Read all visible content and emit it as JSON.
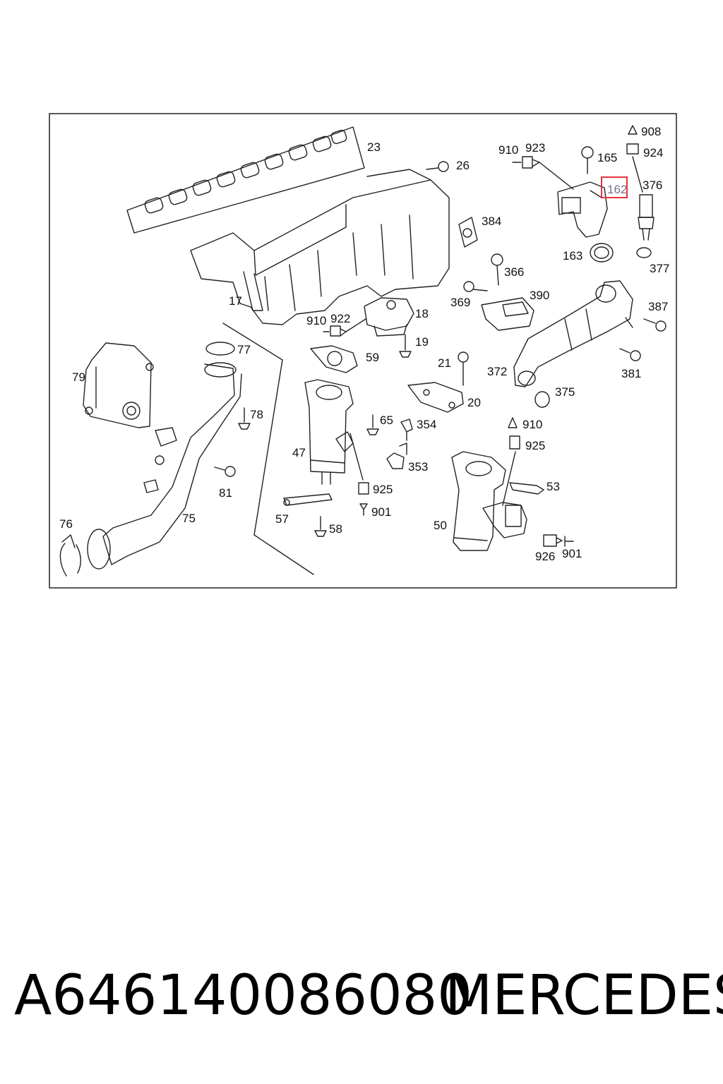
{
  "callouts": {
    "c23": "23",
    "c26": "26",
    "c910a": "910",
    "c923": "923",
    "c165": "165",
    "c908": "908",
    "c924": "924",
    "c162": "162",
    "c376": "376",
    "c384": "384",
    "c163": "163",
    "c377": "377",
    "c366": "366",
    "c17": "17",
    "c910b": "910",
    "c922": "922",
    "c18": "18",
    "c369": "369",
    "c390": "390",
    "c387": "387",
    "c19": "19",
    "c77": "77",
    "c59": "59",
    "c79": "79",
    "c21": "21",
    "c372": "372",
    "c381": "381",
    "c375": "375",
    "c78": "78",
    "c20": "20",
    "c65": "65",
    "c354": "354",
    "c910c": "910",
    "c925a": "925",
    "c47": "47",
    "c353": "353",
    "c53": "53",
    "c81": "81",
    "c925b": "925",
    "c901a": "901",
    "c57": "57",
    "c75": "75",
    "c76": "76",
    "c58": "58",
    "c50": "50",
    "c926": "926",
    "c901b": "901"
  },
  "highlighted_part": "162",
  "highlight_color": "#e8323c",
  "caption": {
    "part_number": "A646140086080",
    "brand": "MERCEDES"
  }
}
